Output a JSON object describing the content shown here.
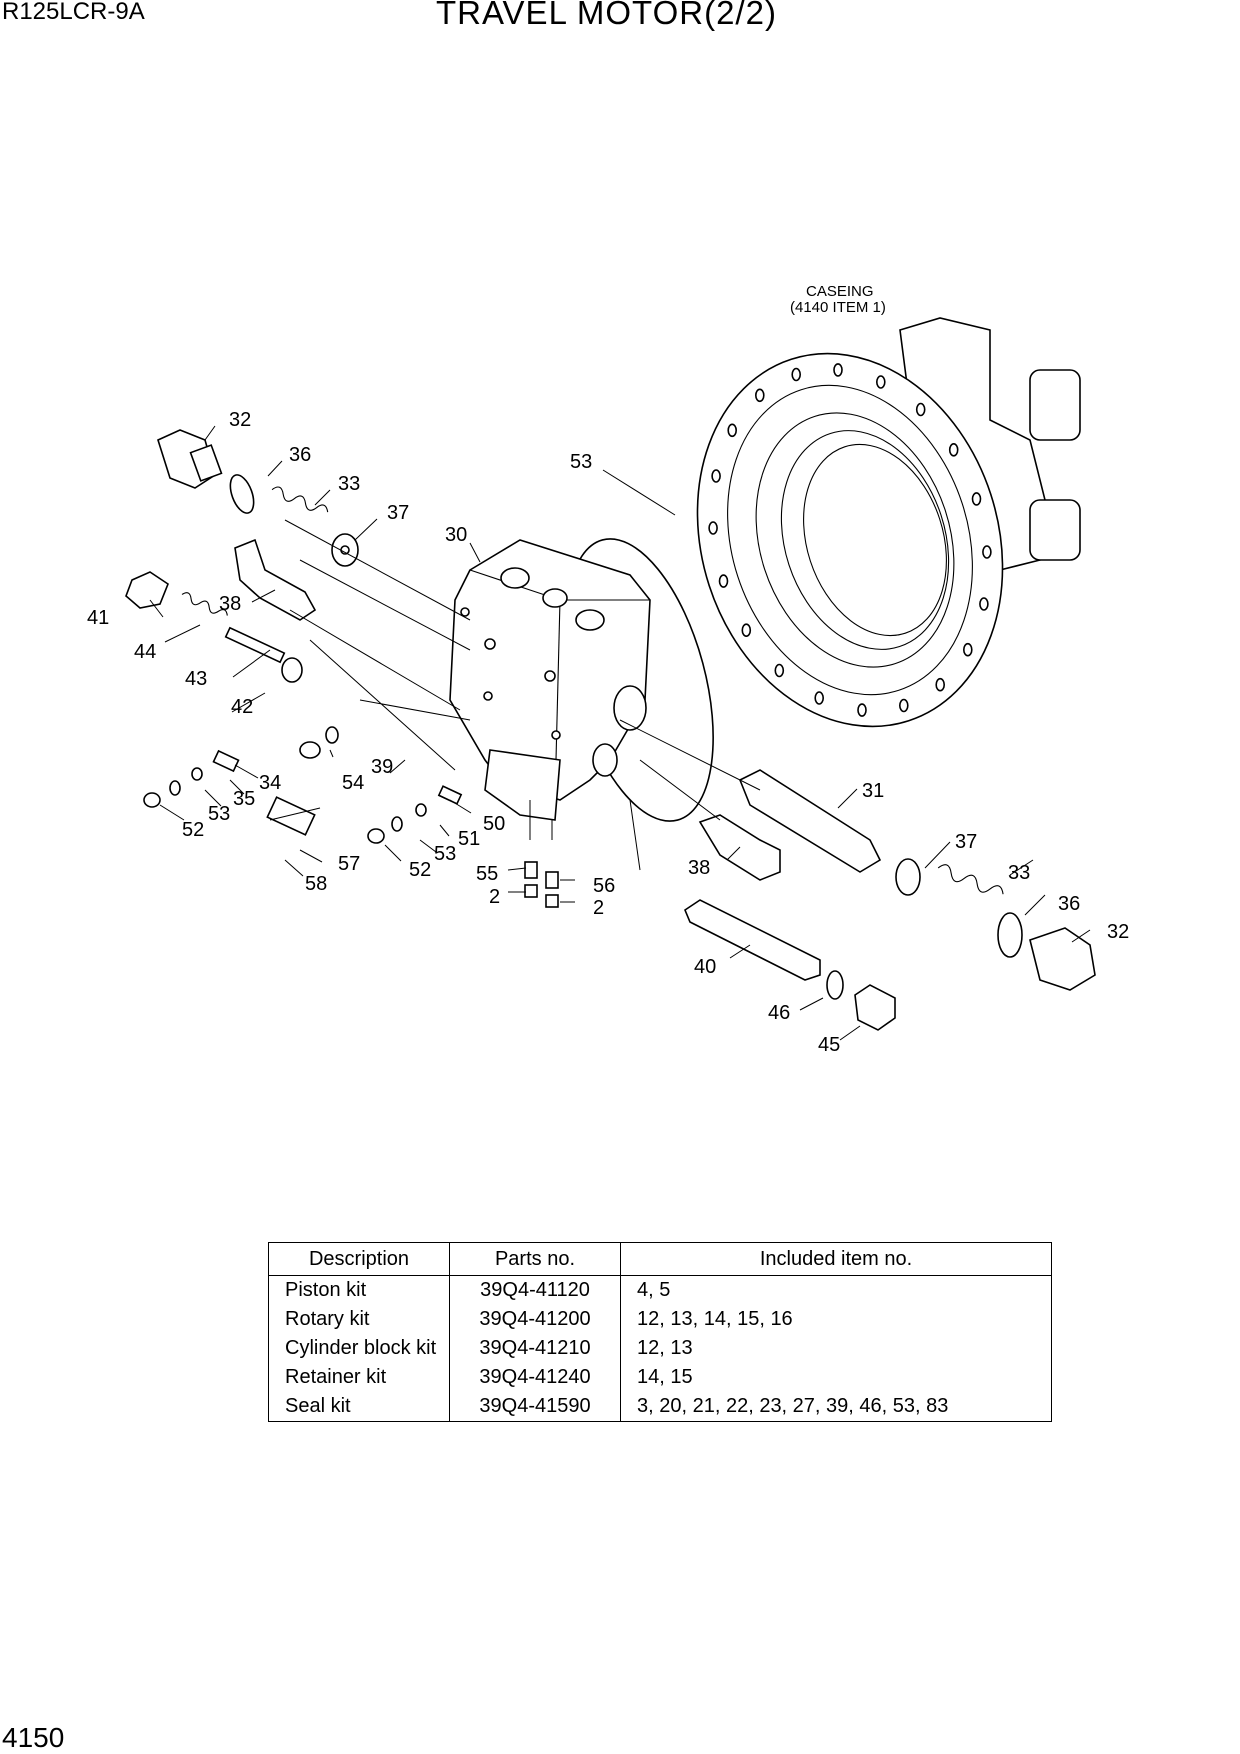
{
  "header": {
    "model": "R125LCR-9A",
    "title": "TRAVEL MOTOR(2/2)"
  },
  "footer": {
    "page_number": "4150"
  },
  "diagram": {
    "note_line1": "CASEING",
    "note_line2": "(4140 ITEM 1)",
    "callouts": [
      "32",
      "36",
      "33",
      "37",
      "30",
      "53",
      "41",
      "38",
      "44",
      "43",
      "42",
      "39",
      "54",
      "34",
      "35",
      "53",
      "52",
      "50",
      "51",
      "53",
      "52",
      "57",
      "58",
      "55",
      "2",
      "56",
      "2",
      "31",
      "37",
      "33",
      "36",
      "32",
      "38",
      "40",
      "46",
      "45"
    ]
  },
  "table": {
    "headers": [
      "Description",
      "Parts no.",
      "Included item no."
    ],
    "rows": [
      [
        "Piston kit",
        "39Q4-41120",
        "4, 5"
      ],
      [
        "Rotary kit",
        "39Q4-41200",
        "12, 13, 14, 15, 16"
      ],
      [
        "Cylinder block kit",
        "39Q4-41210",
        "12, 13"
      ],
      [
        "Retainer kit",
        "39Q4-41240",
        "14, 15"
      ],
      [
        "Seal kit",
        "39Q4-41590",
        "3, 20, 21, 22, 23, 27, 39, 46, 53, 83"
      ]
    ]
  }
}
